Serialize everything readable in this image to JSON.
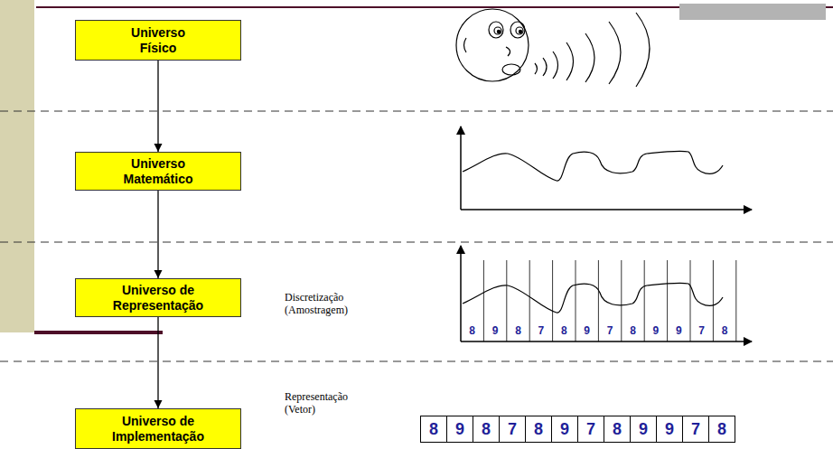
{
  "diagram": {
    "nodes": [
      {
        "text": [
          "Universo Físico"
        ]
      },
      {
        "text": [
          "Universo Matemático"
        ]
      },
      {
        "text": [
          "Universo de Representação"
        ]
      },
      {
        "text": [
          "Universo de Implementação"
        ]
      }
    ],
    "edges": [
      {
        "from": 0,
        "to": 1,
        "arrow": "to"
      },
      {
        "from": 1,
        "to": 2,
        "arrow": "to"
      },
      {
        "from": 2,
        "to": 3,
        "arrow": "to"
      }
    ],
    "labels": [
      "Discretização (Amostragem)",
      "8",
      "9",
      "8",
      "7",
      "8",
      "9",
      "7",
      "8",
      "9",
      "9",
      "7",
      "8",
      "Representação (Vetor)",
      "8",
      "9",
      "8",
      "7",
      "8",
      "9",
      "7",
      "8",
      "9",
      "9",
      "7",
      "8"
    ]
  }
}
